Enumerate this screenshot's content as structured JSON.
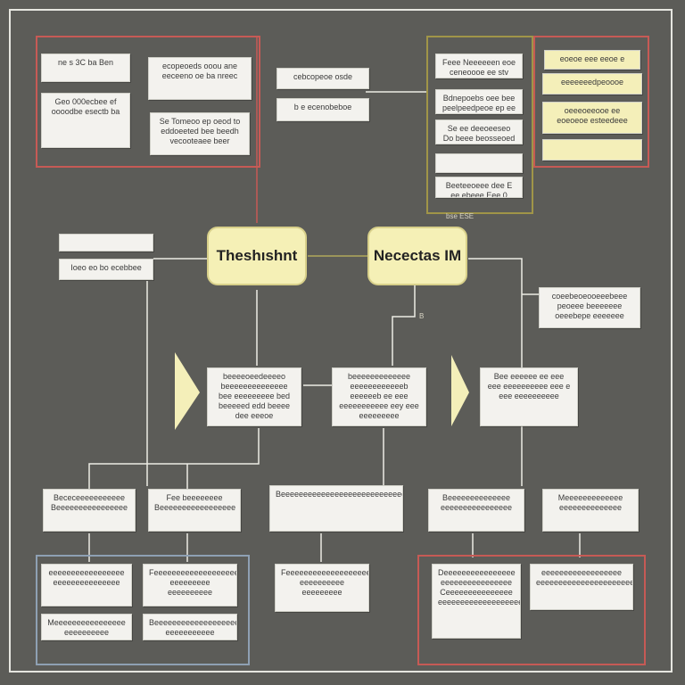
{
  "hubs": {
    "left": "Theshıshnt",
    "right": "Necectas IM"
  },
  "top_left": {
    "boxes": [
      "ne s 3C ba Ben",
      "Geo 000ecbee ef oooodbe esectb ba",
      "ecopeoeds ooou ane eeceeno oe ba nreec",
      "Se Tomeoo ep oeod to eddoeeted bee beedh vecooteaee beer"
    ]
  },
  "top_mid": {
    "boxes": [
      "cebcopeoe osde",
      "b e ecenobeboe"
    ]
  },
  "top_right": {
    "olive_boxes": [
      "Feee Neeeeeen eoe ceneoooe ee stv",
      "Bdnepoebs oee bee peelpeedpeoe ep ee",
      "Se ee deeoeeseo Do beee beosseoed",
      "",
      "Beeteeoeee dee E ee ebeee Eee 0"
    ],
    "olive_tag": "bse ESE",
    "yellow_boxes": [
      "eoeoe eee eeoe e",
      "eeeeeeedpeoooe",
      "oeeeoeeooe ee eoeoeoe esteedeee",
      ""
    ]
  },
  "left_mid": {
    "boxes": [
      "",
      "Ioeo eo bo ecebbee"
    ]
  },
  "right_mid": {
    "box": "coeebeoeooeeebeee peoeee beeeeeee oeeebepe eeeeeee"
  },
  "row_mid": {
    "a": "beeeeoeedeeeeo beeeeeeeeeeeeee bee eeeeeeeee bed beeeeed edd beeee dee eeeoe",
    "b": "beeeeeeeeeeeee eeeeeeeeeeeeb eeeeeeb ee eee eeeeeeeeeee eey eee eeeeeeeee",
    "c": "Bee eeeeee ee eee eee eeeeeeeeee eee e eee eeeeeeeeee",
    "mid_tag": "B"
  },
  "row_low": {
    "a": "Bececeeeeeeeeeee Beeeeeeeeeeeeeeee",
    "b": "Fee beeeeeeee Beeeeeeeeeeeeeeeee",
    "c": "Beeeeeeeeeeeeeeeeeeeeeeeeeeeeeee",
    "d": "Beeeeeeeeeeeeee eeeeeeeeeeeeeeee",
    "e": "Meeeeeeeeeeeee eeeeeeeeeeeeee"
  },
  "bottom_left": {
    "boxes": [
      "eeeeeeeeeeeeeeeee eeeeeeeeeeeeeee",
      "Feeeeeeeeeeeeeeeeeee eeeeeeeee eeeeeeeeee",
      "Meeeeeeeeeeeeeeee eeeeeeeeee",
      "Beeeeeeeeeeeeeeeeeee eeeeeeeeeee"
    ]
  },
  "bottom_mid": {
    "box": "Feeeeeeeeeeeeeeeeeeee eeeeeeeeee eeeeeeeee"
  },
  "bottom_right": {
    "boxes": [
      "Deeeeeeeeeeeeeeee eeeeeeeeeeeeeeee Ceeeeeeeeeeeeeee eeeeeeeeeeeeeeeeeeeeee",
      "eeeeeeeeeeeeeeeeee eeeeeeeeeeeeeeeeeeeeee"
    ]
  }
}
